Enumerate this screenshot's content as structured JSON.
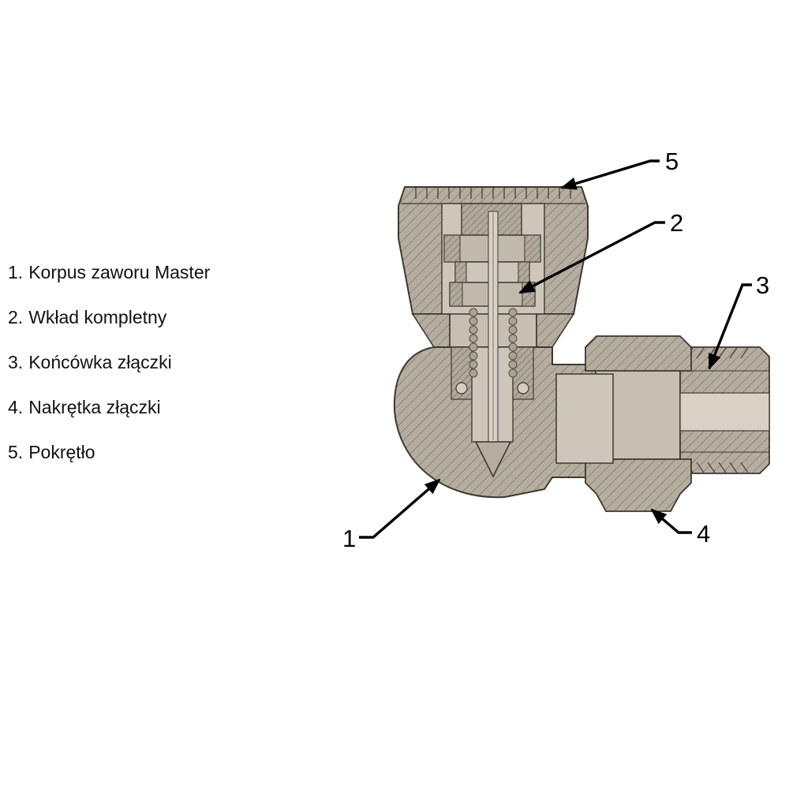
{
  "legend": {
    "items": [
      {
        "num": "1.",
        "label": "Korpus zaworu Master"
      },
      {
        "num": "2.",
        "label": "Wkład kompletny"
      },
      {
        "num": "3.",
        "label": "Końcówka złączki"
      },
      {
        "num": "4.",
        "label": "Nakrętka złączki"
      },
      {
        "num": "5.",
        "label": "Pokrętło"
      }
    ]
  },
  "diagram": {
    "type": "technical-cross-section",
    "callouts": [
      {
        "number": "1"
      },
      {
        "number": "2"
      },
      {
        "number": "3"
      },
      {
        "number": "4"
      },
      {
        "number": "5"
      }
    ],
    "colors": {
      "metal": "#b5ad9f",
      "metal_mid": "#c6bfb2",
      "metal_light": "#cdc6ba",
      "metal_lightest": "#d8d2c6",
      "hatch_line": "#6f6554",
      "outline": "#3d3831",
      "callout": "#000000"
    }
  }
}
